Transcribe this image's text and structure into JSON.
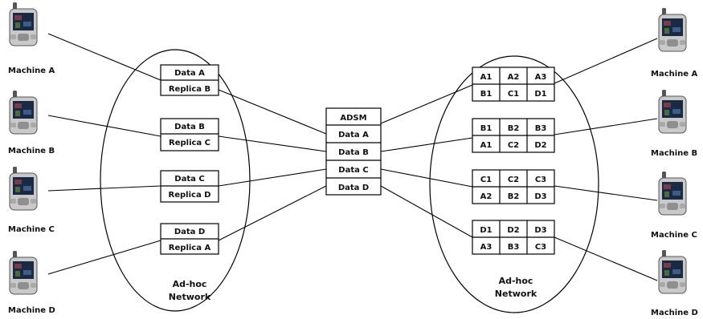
{
  "left_network": {
    "label_line1": "Ad-hoc",
    "label_line2": "Network",
    "machines": [
      {
        "label": "Machine A"
      },
      {
        "label": "Machine B"
      },
      {
        "label": "Machine C"
      },
      {
        "label": "Machine D"
      }
    ],
    "nodes": [
      {
        "data": "Data A",
        "replica": "Replica B"
      },
      {
        "data": "Data B",
        "replica": "Replica C"
      },
      {
        "data": "Data C",
        "replica": "Replica D"
      },
      {
        "data": "Data D",
        "replica": "Replica A"
      }
    ]
  },
  "center": {
    "header": "ADSM",
    "rows": [
      "Data A",
      "Data B",
      "Data C",
      "Data D"
    ]
  },
  "right_network": {
    "label_line1": "Ad-hoc",
    "label_line2": "Network",
    "machines": [
      {
        "label": "Machine A"
      },
      {
        "label": "Machine B"
      },
      {
        "label": "Machine C"
      },
      {
        "label": "Machine D"
      }
    ],
    "grids": [
      {
        "row1": [
          "A1",
          "A2",
          "A3"
        ],
        "row2": [
          "B1",
          "C1",
          "D1"
        ]
      },
      {
        "row1": [
          "B1",
          "B2",
          "B3"
        ],
        "row2": [
          "A1",
          "C2",
          "D2"
        ]
      },
      {
        "row1": [
          "C1",
          "C2",
          "C3"
        ],
        "row2": [
          "A2",
          "B2",
          "D3"
        ]
      },
      {
        "row1": [
          "D1",
          "D2",
          "D3"
        ],
        "row2": [
          "A3",
          "B3",
          "C3"
        ]
      }
    ]
  },
  "colors": {
    "device_body": "#c9c9c9",
    "device_screen": "#1b2a44",
    "device_screen_accent": "#7a3a4a"
  }
}
